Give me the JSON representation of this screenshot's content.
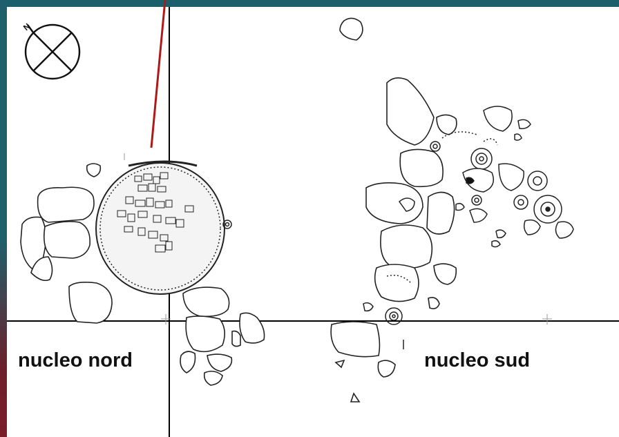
{
  "labels": {
    "north_nucleus": "nucleo nord",
    "south_nucleus": "nucleo sud"
  },
  "compass": {
    "icon": "north-arrow-compass",
    "letter": "N"
  },
  "colors": {
    "frame": "#1b5e6c",
    "pointer_line": "#b01818",
    "grid_lines": "#000000",
    "sketch": "#222222"
  }
}
